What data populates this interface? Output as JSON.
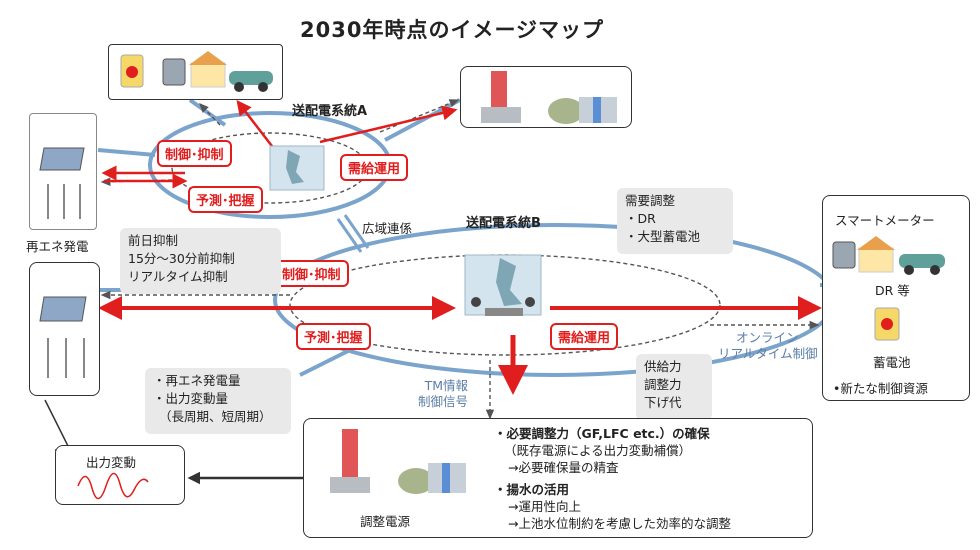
{
  "title": "2030年時点のイメージマップ",
  "grid_a_label": "送配電系統A",
  "grid_b_label": "送配電系統B",
  "wide_area_label": "広域連係",
  "renewable_label": "再エネ発電",
  "tags": {
    "control_a": "制御･抑制",
    "forecast_a": "予測･把握",
    "supply_ops_a": "需給運用",
    "control_b": "制御･抑制",
    "forecast_b": "予測･把握",
    "supply_ops_b": "需給運用"
  },
  "curtailment": [
    "前日抑制",
    "15分〜30分前抑制",
    "リアルタイム抑制"
  ],
  "demand_adjust": [
    "需要調整",
    "・DR",
    "・大型蓄電池"
  ],
  "renewable_info": [
    "・再エネ発電量",
    "・出力変動量",
    "（長周期、短周期）"
  ],
  "supply_capacity": [
    "供給力",
    "調整力",
    "下げ代"
  ],
  "tm_info": [
    "TM情報",
    "制御信号"
  ],
  "online_control": [
    "オンライン",
    "リアルタイム制御"
  ],
  "output_variation": "出力変動",
  "smart_meter": {
    "title": "スマートメーター",
    "dr": "DR 等",
    "battery": "蓄電池",
    "new_resource": "•新たな制御資源"
  },
  "adjustment_source": {
    "label": "調整電源",
    "bullet1_title": "・必要調整力（GF,LFC etc.）の確保",
    "bullet1_lines": [
      "（既存電源による出力変動補償）",
      "→必要確保量の精査"
    ],
    "bullet2_title": "・揚水の活用",
    "bullet2_lines": [
      "→運用性向上",
      "→上池水位制約を考慮した効率的な調整"
    ]
  },
  "colors": {
    "red": "#e01e1e",
    "blue": "#7ba4cc",
    "grey_box": "#e9e9e9",
    "dash": "#555555"
  }
}
